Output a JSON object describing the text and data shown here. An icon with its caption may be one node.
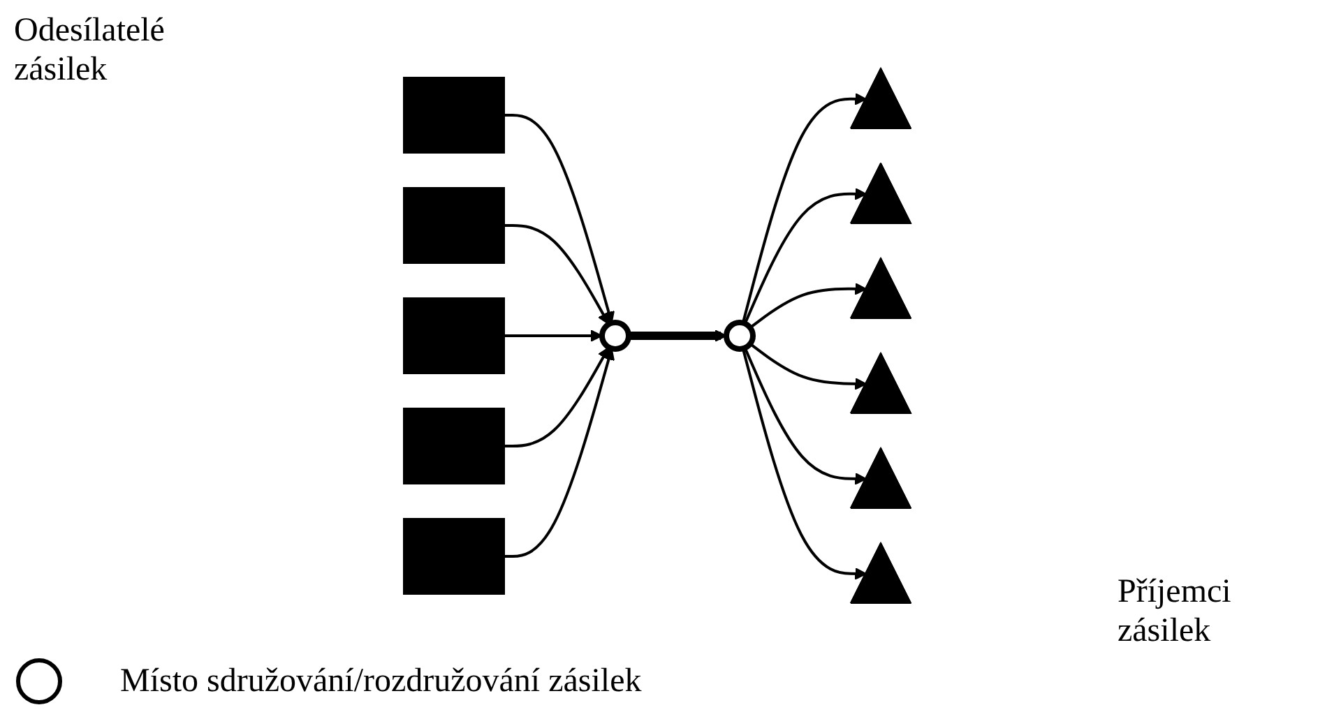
{
  "diagram": {
    "nodes": [
      {
        "text": [],
        "shape": "box"
      },
      {
        "text": [],
        "shape": "box"
      },
      {
        "text": [],
        "shape": "box"
      },
      {
        "text": [],
        "shape": "box"
      },
      {
        "text": [],
        "shape": "box"
      },
      {
        "text": [],
        "shape": "circle"
      },
      {
        "text": [],
        "shape": "circle"
      },
      {
        "text": [],
        "shape": "triangle"
      },
      {
        "text": [],
        "shape": "triangle"
      },
      {
        "text": [],
        "shape": "triangle"
      },
      {
        "text": [],
        "shape": "triangle"
      },
      {
        "text": [],
        "shape": "triangle"
      },
      {
        "text": [],
        "shape": "triangle"
      }
    ],
    "edges": [
      {
        "from": 0,
        "to": 5,
        "arrow": "to"
      },
      {
        "from": 1,
        "to": 5,
        "arrow": "to"
      },
      {
        "from": 2,
        "to": 5,
        "arrow": "to"
      },
      {
        "from": 3,
        "to": 5,
        "arrow": "to"
      },
      {
        "from": 4,
        "to": 5,
        "arrow": "to"
      },
      {
        "from": 5,
        "to": 6,
        "arrow": "to",
        "style": "thick"
      },
      {
        "from": 6,
        "to": 7,
        "arrow": "to"
      },
      {
        "from": 6,
        "to": 8,
        "arrow": "to"
      },
      {
        "from": 6,
        "to": 9,
        "arrow": "to"
      },
      {
        "from": 6,
        "to": 10,
        "arrow": "to"
      },
      {
        "from": 6,
        "to": 11,
        "arrow": "to"
      },
      {
        "from": 6,
        "to": 12,
        "arrow": "to"
      }
    ],
    "labels": [
      "Odesílatelé zásilek",
      "Příjemci zásilek"
    ],
    "legend": [
      {
        "text": "Místo sdružování/rozdružování zásilek"
      }
    ]
  }
}
